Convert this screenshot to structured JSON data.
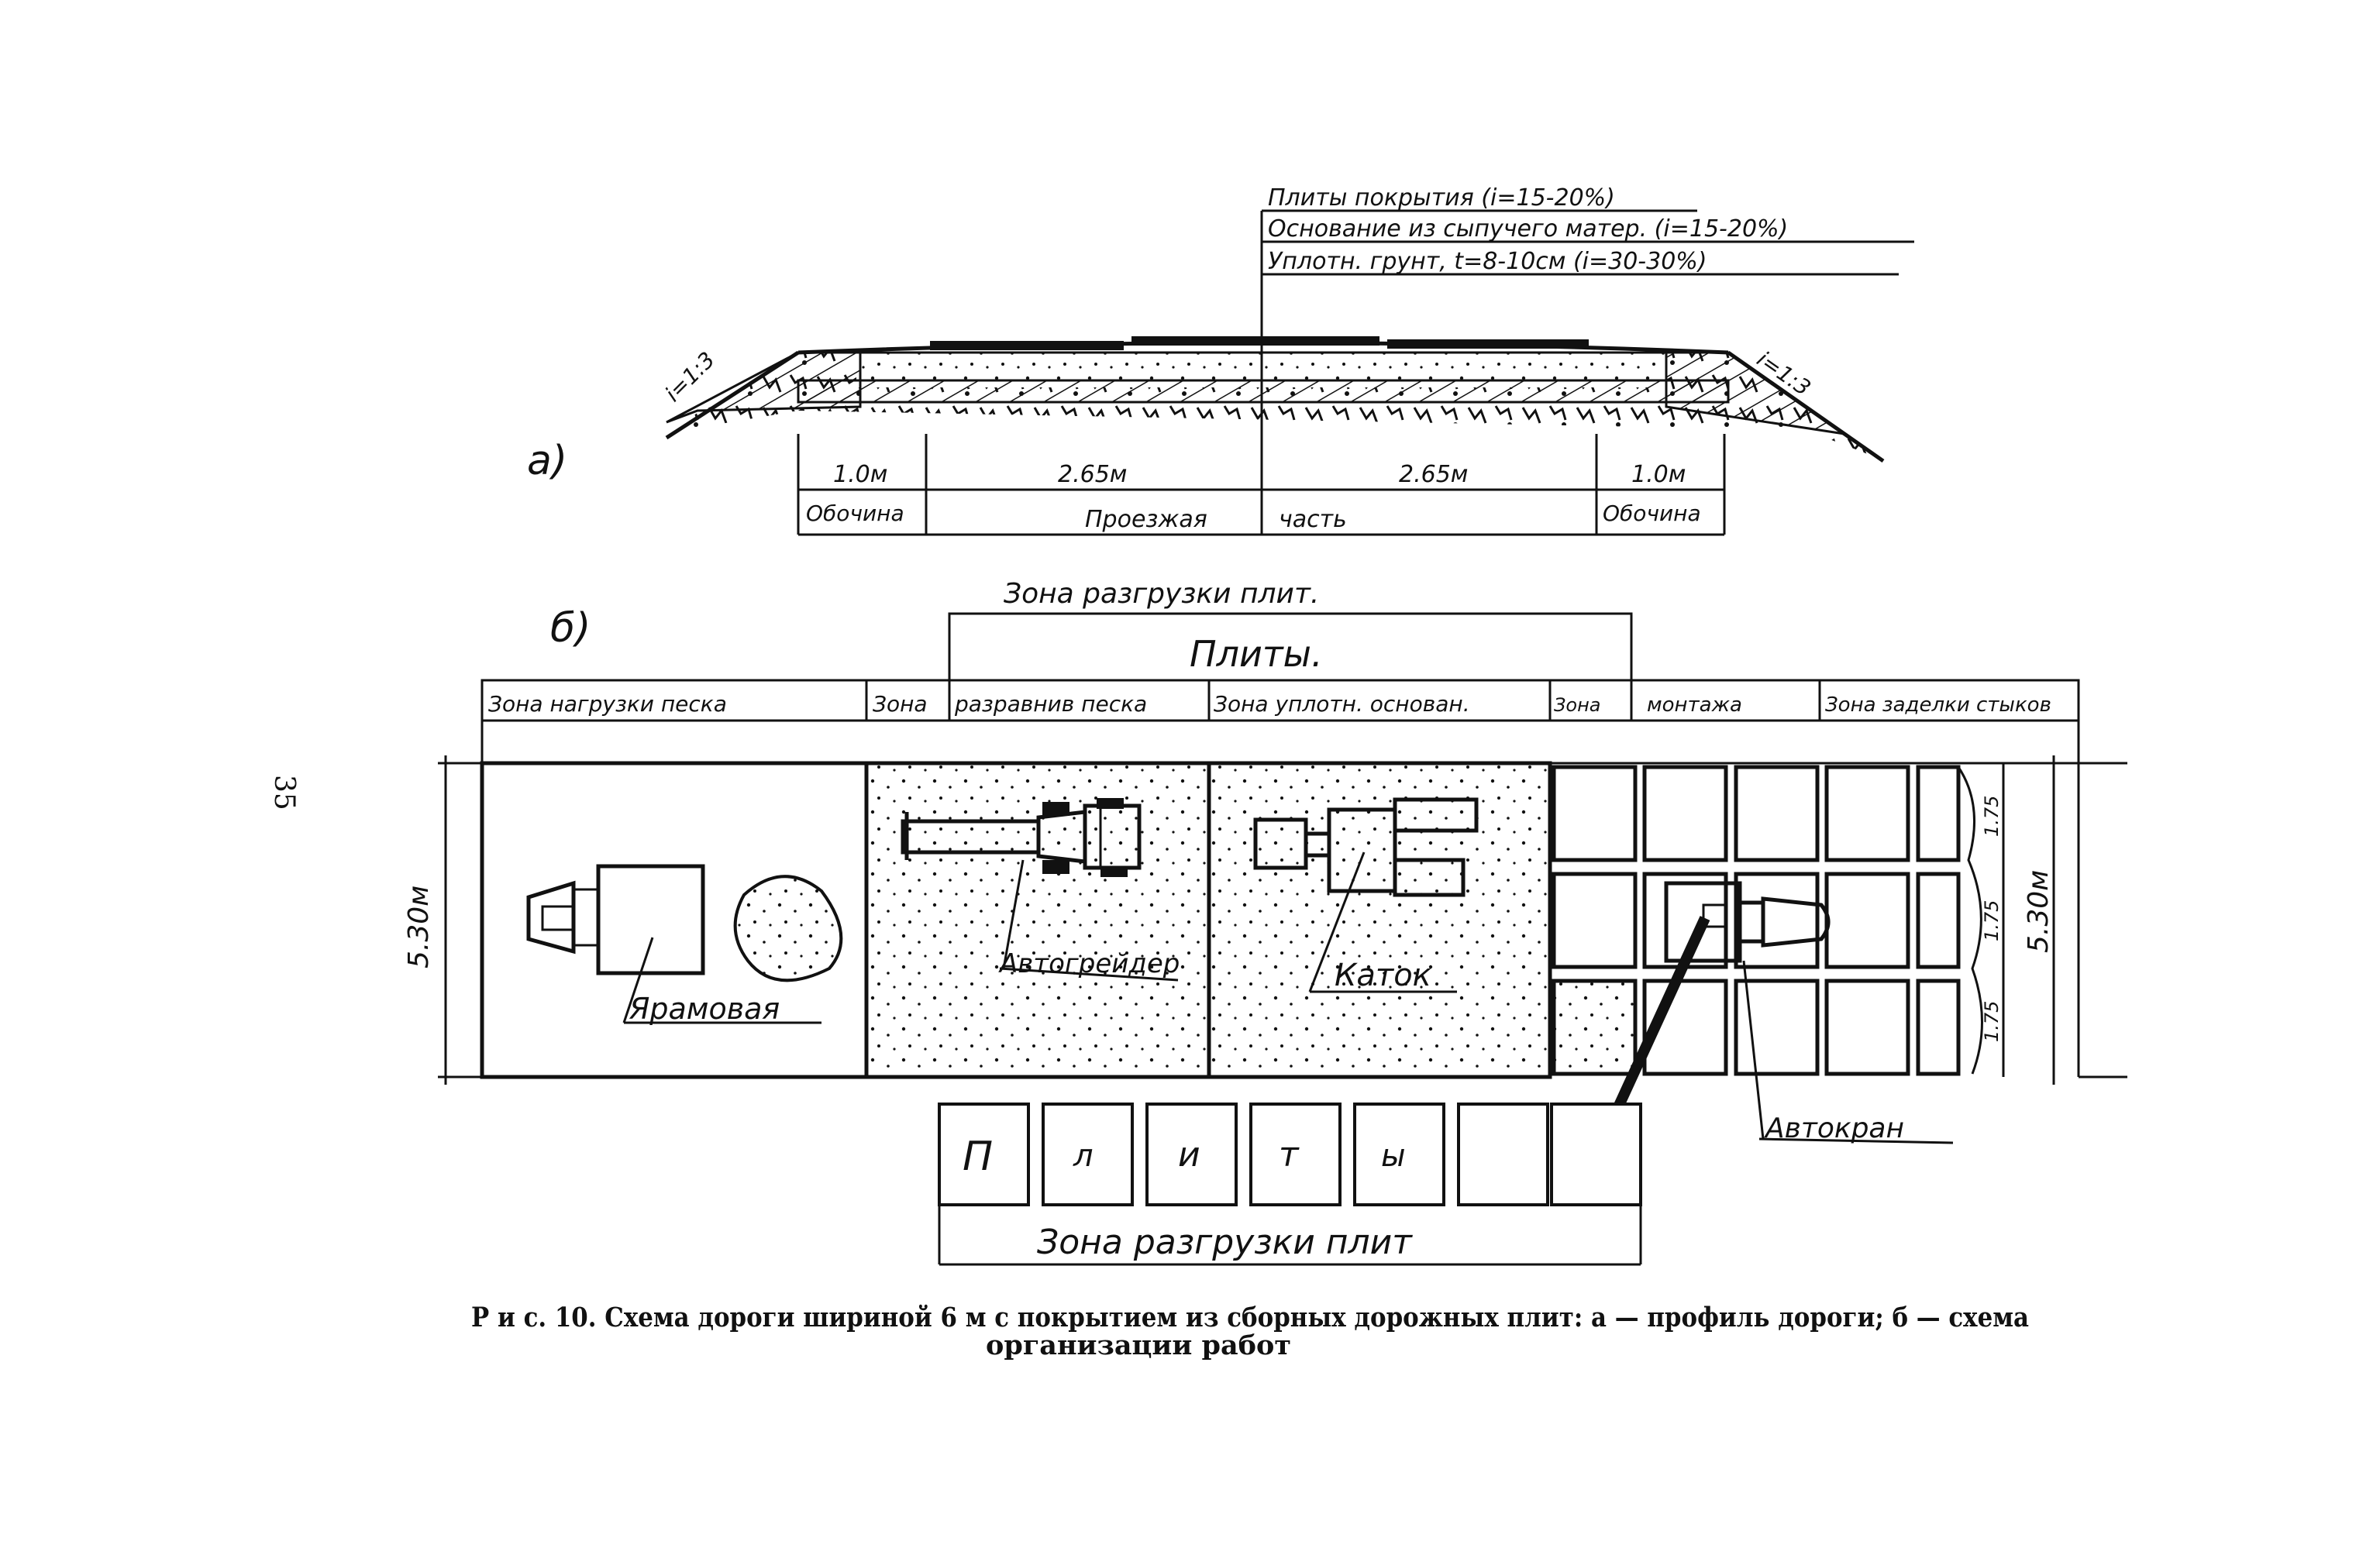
{
  "page_number": "35",
  "profile": {
    "label": "а)",
    "layers": [
      "Плиты покрытия (i=15-20%)",
      "Основание из сыпучего матер. (i=15-20%)",
      "Уплотн. грунт, t=8-10см (i=30-30%)"
    ],
    "slope_left": "i=1:3",
    "slope_right": "i=1:3",
    "dims": [
      "1.0м",
      "2.65м",
      "2.65м",
      "1.0м"
    ],
    "zones": [
      "Обочина",
      "Проезжая",
      "часть",
      "Обочина"
    ]
  },
  "plan": {
    "label": "б)",
    "top_zone": "Зона разгрузки плит.",
    "top_box": "Плиты.",
    "zone_row": [
      "Зона нагрузки песка",
      "Зона",
      "разравнив песка",
      "Зона уплотн. основан.",
      "Зона",
      "монтажа",
      "Зона заделки стыков"
    ],
    "machines": {
      "dumptruck": "Ярамовая",
      "grader": "Автогрейдер",
      "roller": "Каток",
      "crane": "Автокран"
    },
    "width_left": "5.30м",
    "width_right": "5.30м",
    "right_dims": [
      "1.75",
      "1.75",
      "1.75"
    ],
    "slab_letters": [
      "П",
      "л",
      "и",
      "т",
      "ы",
      ""
    ],
    "bottom_zone": "Зона разгрузки плит"
  },
  "caption": {
    "line1": "Р и с. 10. Схема дороги шириной 6 м с покрытием из сборных дорожных плит: а — профиль дороги; б — схема",
    "line2": "организации работ"
  }
}
